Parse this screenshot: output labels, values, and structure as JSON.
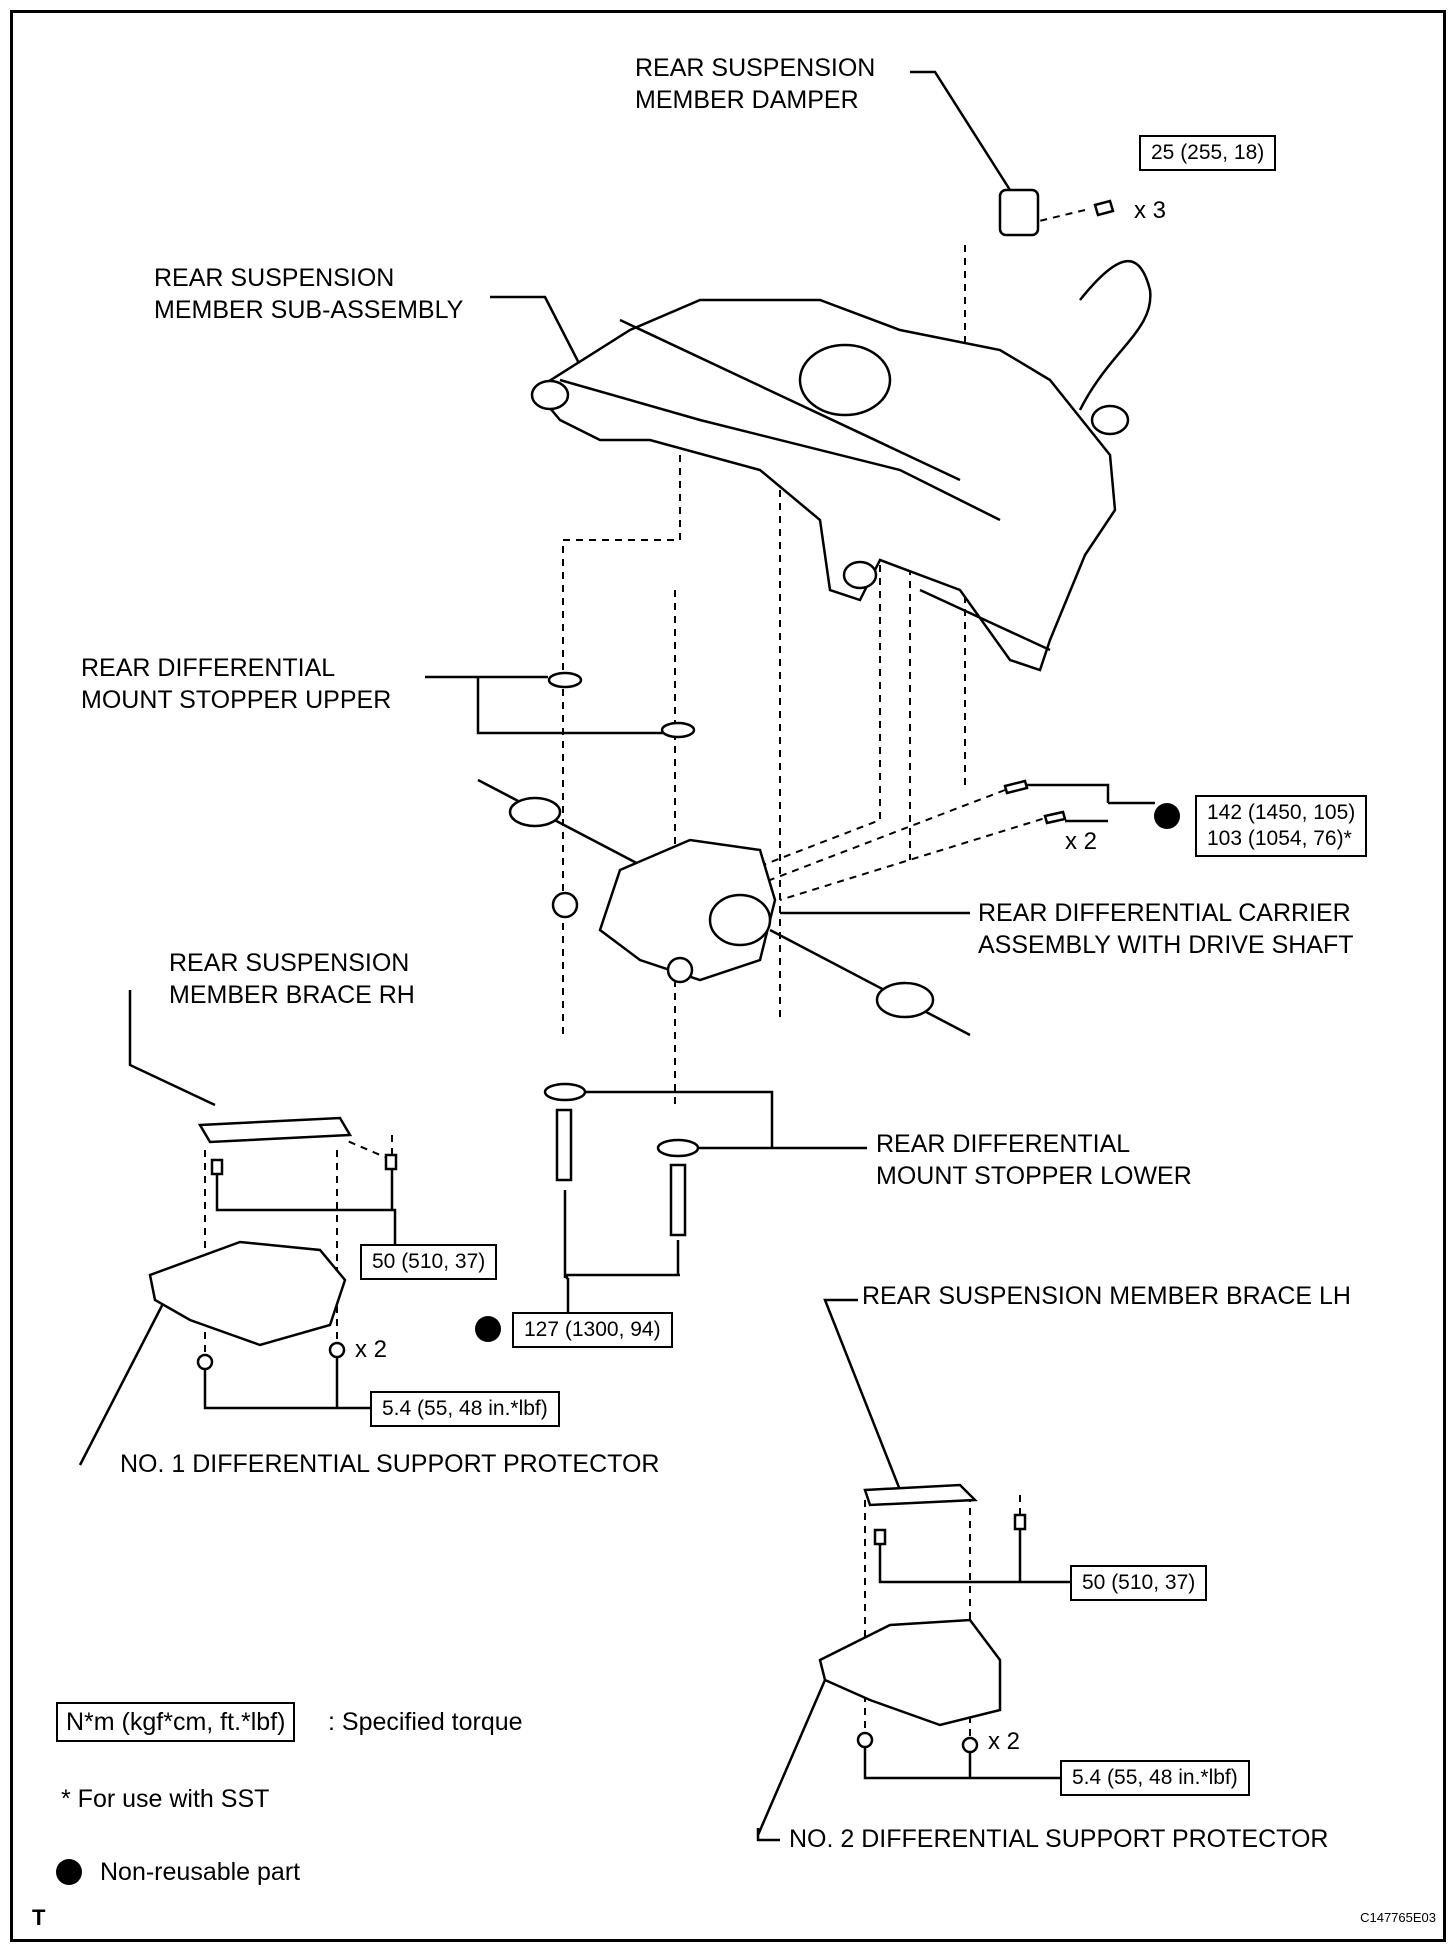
{
  "labels": {
    "damper": [
      "REAR SUSPENSION",
      "MEMBER DAMPER"
    ],
    "sub_assembly": [
      "REAR SUSPENSION",
      "MEMBER SUB-ASSEMBLY"
    ],
    "stopper_upper": [
      "REAR DIFFERENTIAL",
      "MOUNT STOPPER UPPER"
    ],
    "carrier": [
      "REAR DIFFERENTIAL CARRIER",
      "ASSEMBLY WITH DRIVE SHAFT"
    ],
    "brace_rh": [
      "REAR SUSPENSION",
      "MEMBER BRACE RH"
    ],
    "stopper_lower": [
      "REAR DIFFERENTIAL",
      "MOUNT STOPPER LOWER"
    ],
    "protector_1": "NO. 1 DIFFERENTIAL SUPPORT PROTECTOR",
    "brace_lh": "REAR SUSPENSION MEMBER BRACE LH",
    "protector_2": "NO. 2 DIFFERENTIAL SUPPORT PROTECTOR"
  },
  "torques": {
    "damper": "25 (255, 18)",
    "carrier": [
      "142 (1450, 105)",
      "103 (1054, 76)*"
    ],
    "brace_rh": "50 (510, 37)",
    "mount_bolt": "127 (1300, 94)",
    "protector_1": "5.4 (55, 48 in.*lbf)",
    "brace_lh": "50 (510, 37)",
    "protector_2": "5.4 (55, 48 in.*lbf)"
  },
  "quantities": {
    "damper": "x 3",
    "carrier": "x 2",
    "protector_1": "x 2",
    "protector_2": "x 2"
  },
  "legend": {
    "torque_box": "N*m (kgf*cm, ft.*lbf)",
    "torque_text": ": Specified torque",
    "sst": "* For use with SST",
    "non_reusable": "Non-reusable part"
  },
  "footer": {
    "corner_mark": "T",
    "figure_code": "C147765E03"
  }
}
